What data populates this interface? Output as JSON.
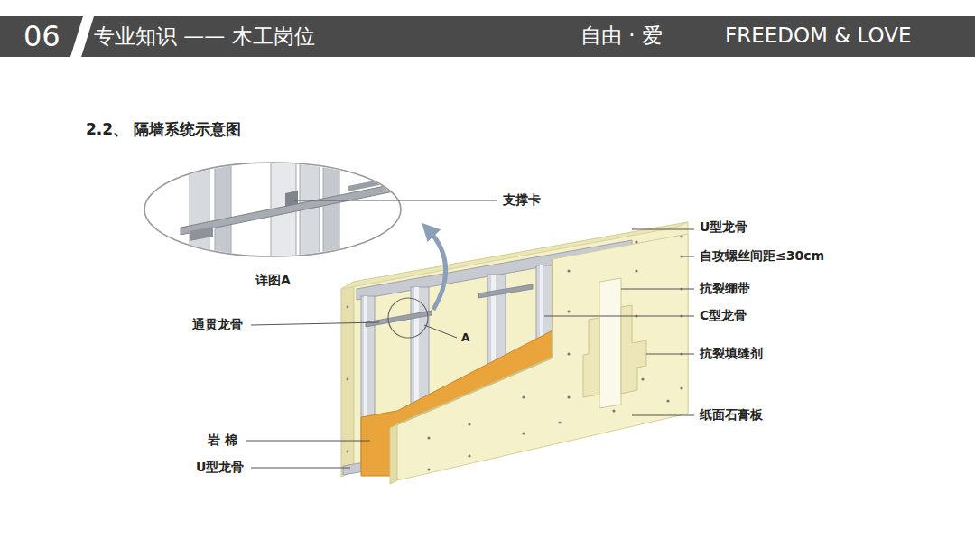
{
  "diagram": {
    "title": "2.2、 隔墙系统示意图",
    "labels": [
      "06",
      "专业知识 —— 木工岗位",
      "自由 · 爱",
      "FREEDOM & LOVE",
      "支撑卡",
      "U型龙骨",
      "自攻螺丝间距≤30cm",
      "抗裂绷带",
      "C型龙骨",
      "抗裂填缝剂",
      "纸面石膏板",
      "详图A",
      "通贯龙骨",
      "A",
      "岩 棉",
      "U型龙骨"
    ]
  }
}
